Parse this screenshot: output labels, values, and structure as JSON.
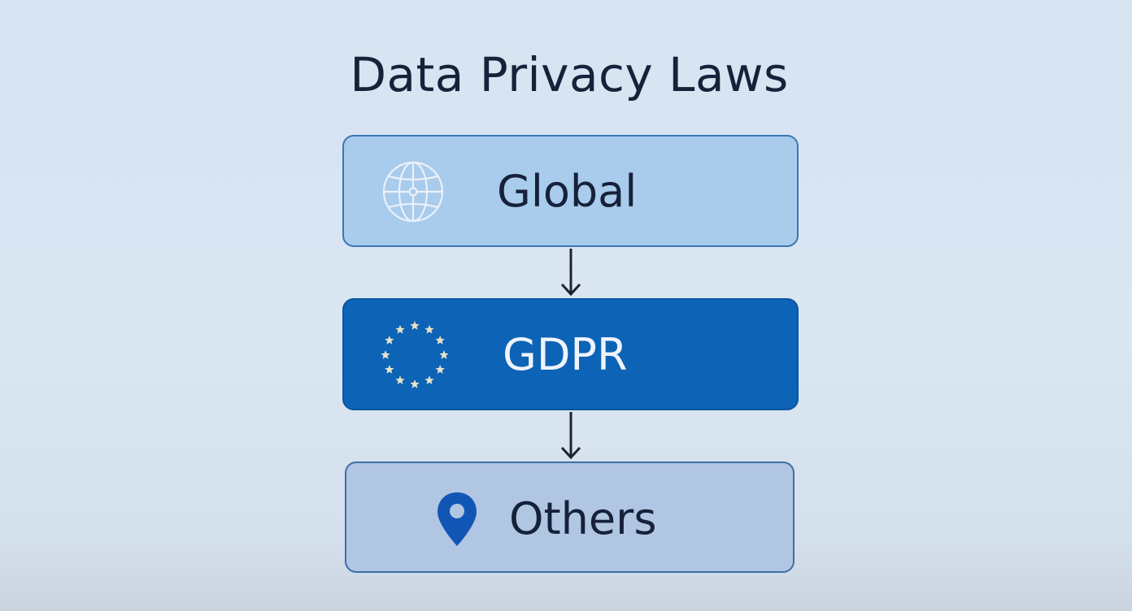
{
  "title": "Data Privacy Laws",
  "boxes": [
    {
      "label": "Global",
      "icon": "globe-icon"
    },
    {
      "label": "GDPR",
      "icon": "eu-stars-icon"
    },
    {
      "label": "Others",
      "icon": "location-pin-icon"
    }
  ],
  "colors": {
    "title_text": "#16213a",
    "global_fill": "#a9cbec",
    "gdpr_fill": "#0d63b5",
    "others_fill": "#b1c6e2",
    "pin_blue": "#1256b5"
  }
}
